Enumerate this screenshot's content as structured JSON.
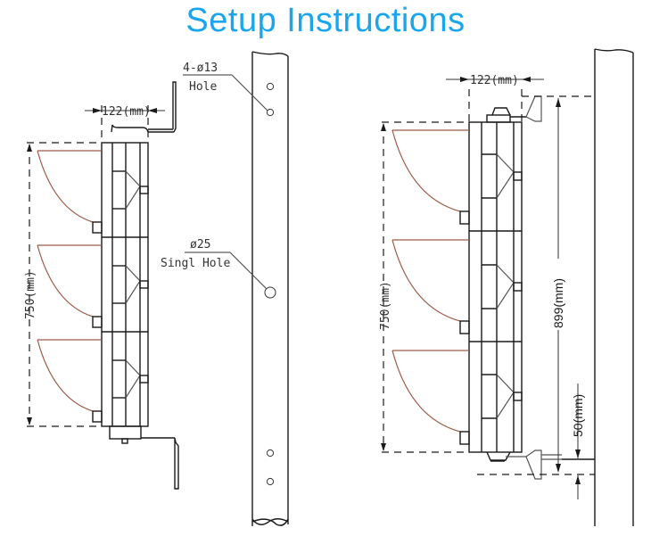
{
  "title": "Setup Instructions",
  "title_color": "#1aa6ec",
  "left_view": {
    "width_dim": "122(mm)",
    "height_dim": "750(mm)",
    "hole_top_label_line1": "4-ø13",
    "hole_top_label_line2": "Hole",
    "hole_mid_label_line1": "ø25",
    "hole_mid_label_line2": "Singl Hole",
    "lamp_sections": 3
  },
  "right_view": {
    "width_dim": "122(mm)",
    "height_dim": "750(mm)",
    "total_height_dim": "899(mm)",
    "offset_dim": "50(mm)",
    "lamp_sections": 3
  },
  "colors": {
    "line": "#1a1a1a",
    "visor": "#9c5a48"
  }
}
